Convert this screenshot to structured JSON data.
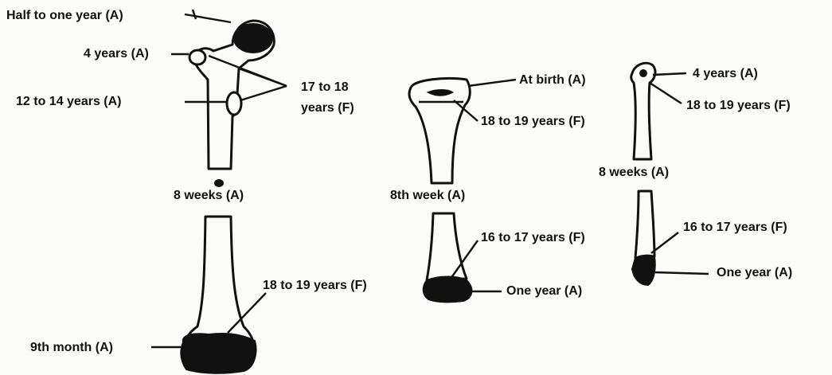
{
  "femur_upper": {
    "head_label": "Half to one year (A)",
    "greater_trochanter_label": "4 years (A)",
    "lesser_trochanter_label": "12 to 14 years (A)",
    "fusion_label_line1": "17 to 18",
    "fusion_label_line2": "years (F)",
    "shaft_label": "8 weeks (A)"
  },
  "femur_lower": {
    "fusion_label": "18 to 19 years (F)",
    "epiphysis_label": "9th month (A)"
  },
  "tibia": {
    "upper_appear_label": "At birth (A)",
    "upper_fusion_label": "18 to 19 years (F)",
    "shaft_label": "8th week (A)",
    "lower_fusion_label": "16 to 17 years (F)",
    "lower_appear_label": "One year (A)"
  },
  "fibula": {
    "upper_appear_label": "4 years (A)",
    "upper_fusion_label": "18 to 19 years (F)",
    "shaft_label": "8 weeks (A)",
    "lower_fusion_label": "16 to 17 years (F)",
    "lower_appear_label": "One year (A)"
  }
}
